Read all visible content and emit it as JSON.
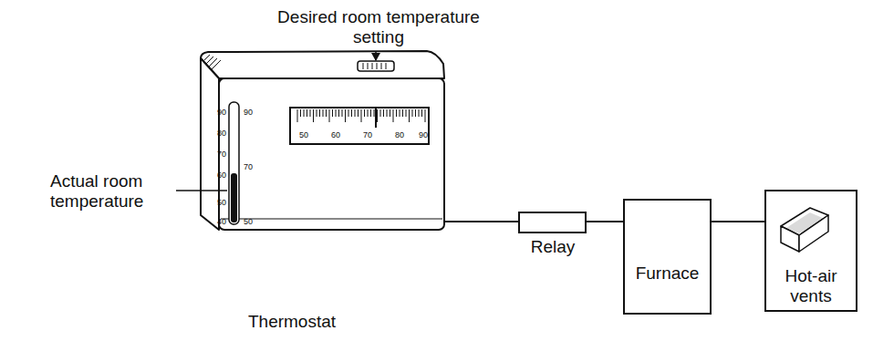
{
  "diagram": {
    "nodes": [
      {
        "text": [
          "Thermostat"
        ]
      },
      {
        "text": [
          "Relay"
        ]
      },
      {
        "text": [
          "Furnace"
        ]
      },
      {
        "text": [
          "Hot-air vents"
        ]
      }
    ],
    "edges": [
      {
        "from": 0,
        "to": 1,
        "arrow": "none"
      },
      {
        "from": 1,
        "to": 2,
        "arrow": "none"
      },
      {
        "from": 2,
        "to": 3,
        "arrow": "none"
      }
    ],
    "labels": [
      "Desired room temperature setting",
      "Actual room temperature",
      "50",
      "60",
      "70",
      "80",
      "90",
      "90",
      "80",
      "70",
      "60",
      "50",
      "40",
      "90",
      "70",
      "50"
    ]
  }
}
